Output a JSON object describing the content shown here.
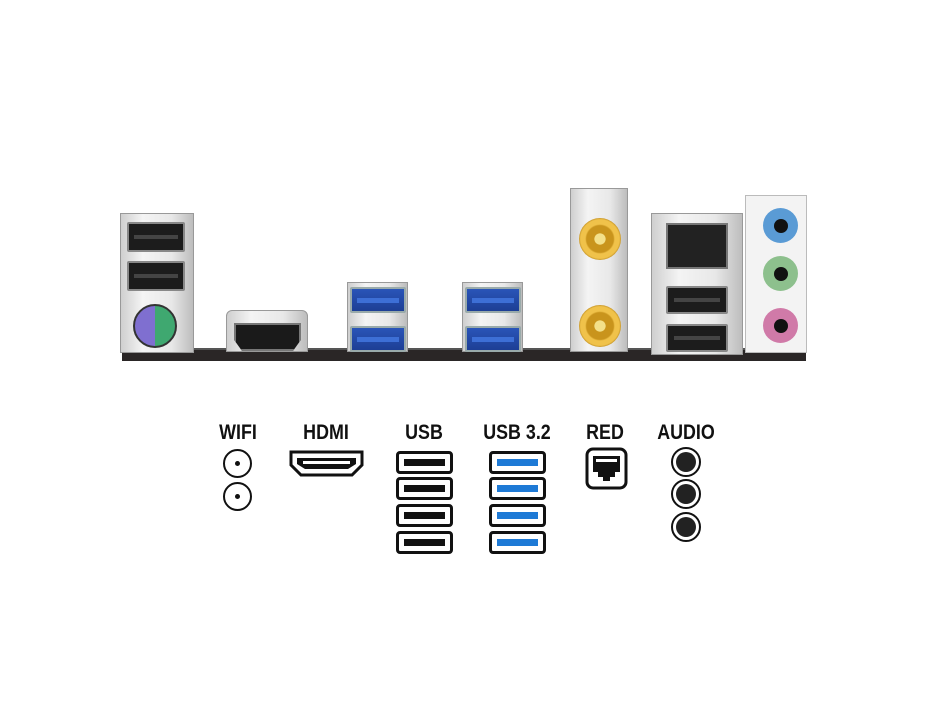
{
  "legend": {
    "wifi": "WIFI",
    "hdmi": "HDMI",
    "usb": "USB",
    "usb32": "USB 3.2",
    "red": "RED",
    "audio": "AUDIO"
  },
  "colors": {
    "usb32": "#1e7ad6",
    "audio_in": "#5a9bd5",
    "audio_out": "#8dc08d",
    "mic": "#d07aa8"
  }
}
